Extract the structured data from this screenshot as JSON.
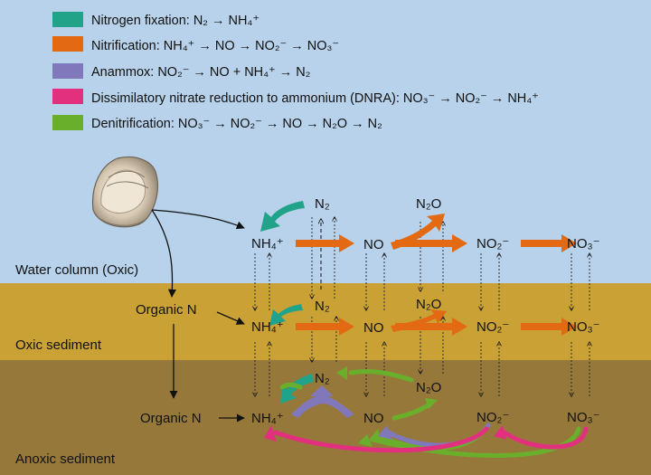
{
  "legend": [
    {
      "color": "#21a38a",
      "label": "Nitrogen fixation: N₂ → NH₄⁺"
    },
    {
      "color": "#e36a12",
      "label": "Nitrification: NH₄⁺ → NO → NO₂⁻ → NO₃⁻"
    },
    {
      "color": "#8177bb",
      "label": "Anammox: NO₂⁻ → NO + NH₄⁺ → N₂"
    },
    {
      "color": "#e2307f",
      "label": "Dissimilatory nitrate reduction to ammonium (DNRA): NO₃⁻ → NO₂⁻ → NH₄⁺"
    },
    {
      "color": "#6aaf2c",
      "label": "Denitrification: NO₃⁻ → NO₂⁻ → NO → N₂O → N₂"
    }
  ],
  "zones": {
    "water": "Water column (Oxic)",
    "oxic": "Oxic sediment",
    "anoxic": "Anoxic sediment"
  },
  "species": {
    "nh4": "NH₄⁺",
    "no": "NO",
    "no2": "NO₂⁻",
    "no3": "NO₃⁻",
    "n2": "N₂",
    "n2o": "N₂O",
    "organic_n": "Organic N"
  },
  "colors": {
    "water": "#b7d2ea",
    "oxic_sediment": "#c9a134",
    "anoxic_sediment": "#96793a",
    "nitrogen_fixation": "#21a38a",
    "nitrification": "#e36a12",
    "anammox": "#8177bb",
    "dnra": "#e2307f",
    "denitrification": "#6aaf2c"
  },
  "icons": {
    "organism": "oyster-shell-icon"
  }
}
